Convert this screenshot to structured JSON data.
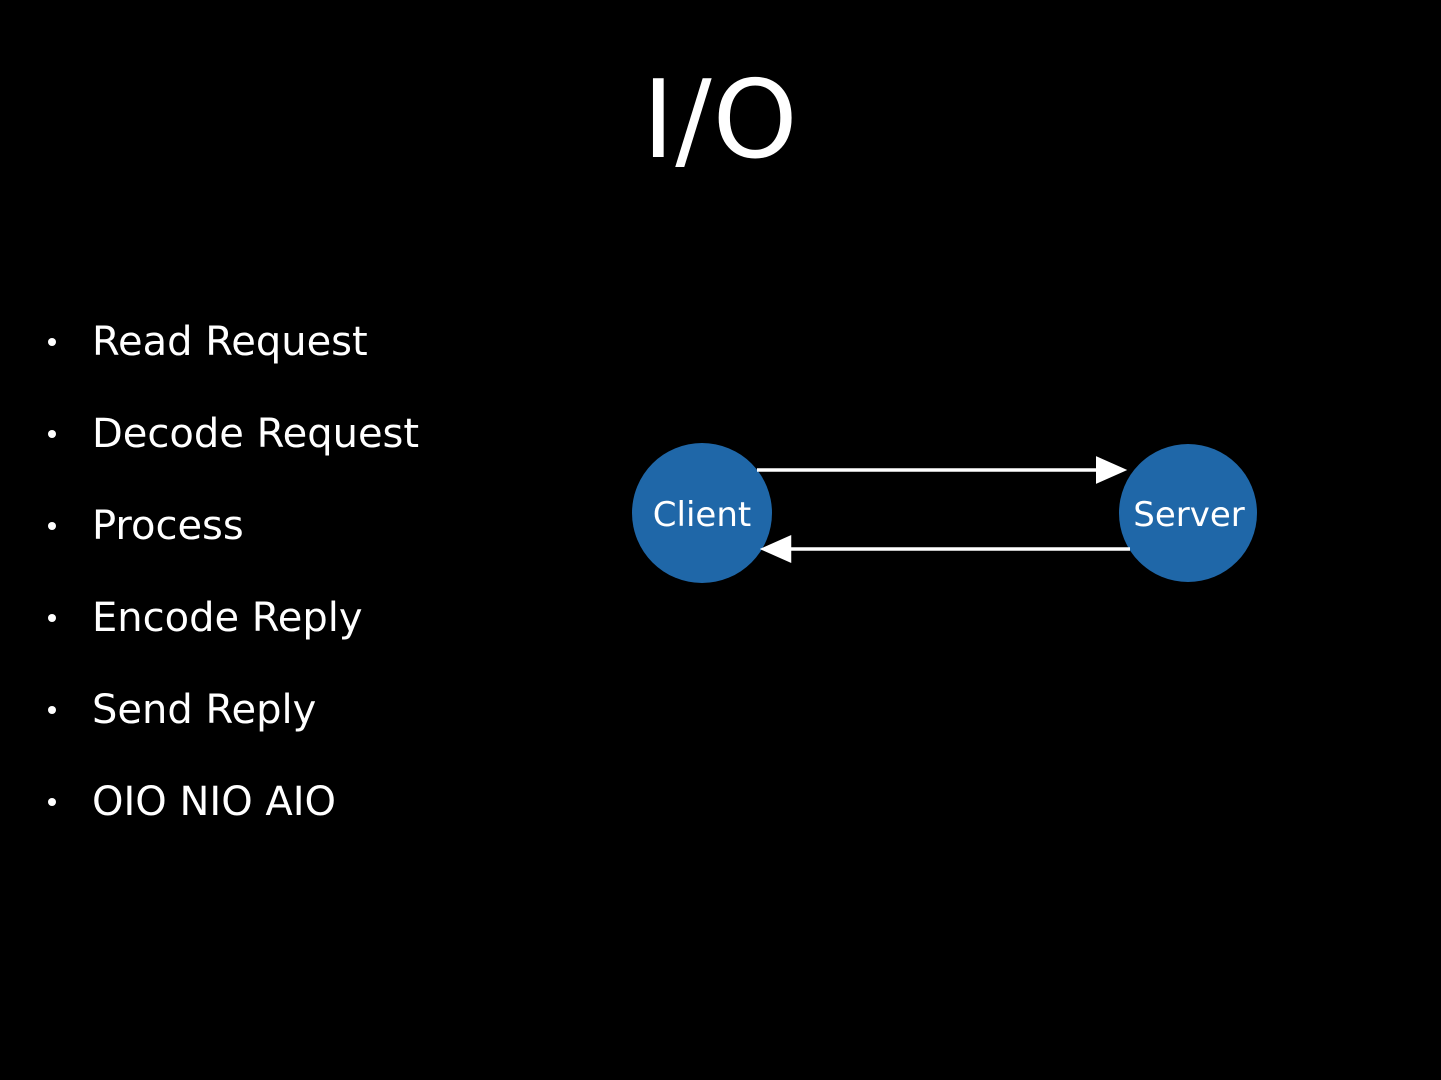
{
  "slide": {
    "title": "I/O",
    "bullets": [
      "Read Request",
      "Decode Request",
      "Process",
      "Encode Reply",
      "Send Reply",
      "OIO NIO AIO"
    ],
    "diagram": {
      "client_label": "Client",
      "server_label": "Server",
      "node_color": "#1f67a8",
      "arrow_color": "#ffffff"
    },
    "colors": {
      "background": "#000000",
      "text": "#ffffff"
    }
  }
}
